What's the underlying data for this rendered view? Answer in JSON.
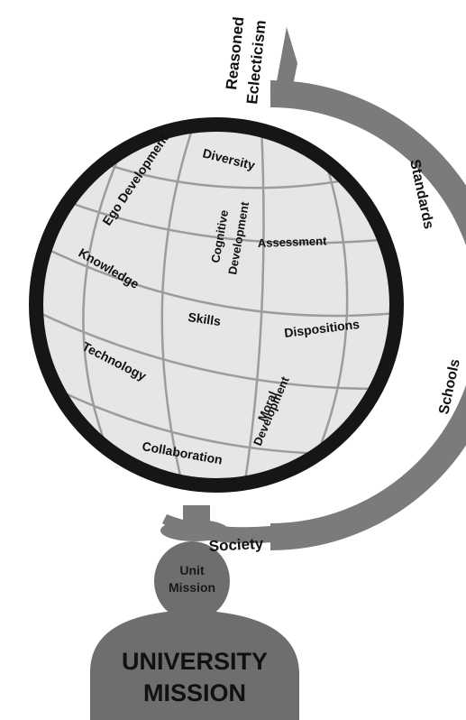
{
  "colors": {
    "globe_fill": "#e6e6e6",
    "grid": "#9c9c9c",
    "ring": "#161616",
    "stand": "#7b7b7b",
    "base": "#6e6e6e",
    "text": "#111111"
  },
  "arm": {
    "top_label_line1": "Reasoned",
    "top_label_line2": "Eclecticism",
    "standards": "Standards",
    "schools": "Schools",
    "society": "Society"
  },
  "globe_labels": {
    "ego_development": "Ego Development",
    "diversity": "Diversity",
    "cognitive_line1": "Cognitive",
    "cognitive_line2": "Development",
    "assessment": "Assessment",
    "knowledge": "Knowledge",
    "skills": "Skills",
    "dispositions": "Dispositions",
    "technology": "Technology",
    "moral_line1": "Moral",
    "moral_line2": "Development",
    "collaboration": "Collaboration"
  },
  "base": {
    "unit_line1": "Unit",
    "unit_line2": "Mission",
    "university_line1": "UNIVERSITY",
    "university_line2": "MISSION"
  }
}
